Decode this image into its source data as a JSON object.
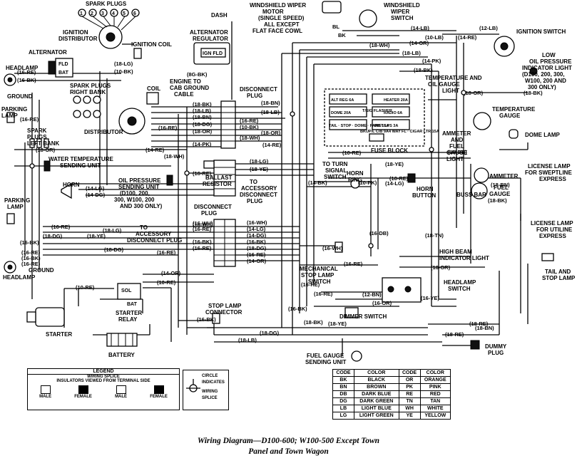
{
  "title": {
    "line1": "Wiring Diagram—D100-600; W100-500 Except Town",
    "line2": "Panel and Town Wagon"
  },
  "components": {
    "spark_plugs_top": "SPARK PLUGS",
    "plug_numbers": [
      "1",
      "2",
      "3",
      "4",
      "5",
      "6"
    ],
    "ignition_distributor": [
      "IGNITION",
      "DISTRIBUTOR"
    ],
    "ignition_coil": "IGNITION COIL",
    "dash": "DASH",
    "alternator_regulator": [
      "ALTERNATOR",
      "REGULATOR"
    ],
    "alternator": "ALTERNATOR",
    "fld": "FLD",
    "bat": "BAT",
    "ign_fld": "IGN FLD",
    "headlamp_left_top": "HEADLAMP",
    "ground_top": "GROUND",
    "parking_lamp_top": [
      "PARKING",
      "LAMP"
    ],
    "spark_plugs_right_bank": [
      "SPARK PLUGS",
      "RIGHT BANK"
    ],
    "coil": "COIL",
    "distributor": "DISTRIBUTOR",
    "spark_plugs_left_bank": [
      "SPARK",
      "PLUGS",
      "LEFT BANK"
    ],
    "engine_to_cab_ground": [
      "ENGINE TO",
      "CAB GROUND",
      "CABLE"
    ],
    "disconnect_plug_top": [
      "DISCONNECT",
      "PLUG"
    ],
    "windshield_wiper_motor": [
      "WINDSHIELD WIPER",
      "MOTOR",
      "(SINGLE SPEED)",
      "ALL EXCEPT",
      "FLAT FACE COWL"
    ],
    "windshield_wiper_switch": [
      "WINDSHIELD",
      "WIPER",
      "SWITCH"
    ],
    "ignition_switch": "IGNITION SWITCH",
    "low_oil_pressure": [
      "LOW",
      "OIL PRESSURE",
      "INDICATOR LIGHT",
      "(D100, 200, 300,",
      "W100, 200 AND",
      "300 ONLY)"
    ],
    "temp_oil_gauge_light": [
      "TEMPERATURE AND",
      "OIL GAUGE",
      "LIGHT"
    ],
    "temperature_gauge": [
      "TEMPERATURE",
      "GAUGE"
    ],
    "dome_lamp": "DOME LAMP",
    "ammeter_fuel_gauge_light": [
      "AMMETER",
      "AND",
      "FUEL",
      "GAUGE",
      "LIGHT"
    ],
    "fuse_block": "FUSE BLOCK",
    "fuse_cells": [
      "ALT REG 6A",
      "DOME 20A",
      "HEATER 20A",
      "T/SIG FLASHER",
      "RADIO 6A",
      "TAIL · STOP · DOME · PARK 15A",
      "BKUP/L C/B 9A",
      "INST LPS 3A",
      "4 WAY FL · CIGAR LTR 15A"
    ],
    "water_temp_sending": [
      "WATER TEMPERATURE",
      "SENDING UNIT"
    ],
    "oil_pressure_sending": [
      "OIL PRESSURE",
      "SENDING UNIT",
      "(D100, 200,",
      "300, W100, 200",
      "AND 300 ONLY)"
    ],
    "ballast_resistor": [
      "BALLAST",
      "RESISTOR"
    ],
    "to_turn_signal_switch": [
      "TO TURN",
      "SIGNAL",
      "SWITCH"
    ],
    "to_accessory_disconnect": [
      "TO",
      "ACCESSORY",
      "DISCONNECT",
      "PLUG"
    ],
    "horn_ring": [
      "HORN",
      "RING"
    ],
    "horn_button": [
      "HORN",
      "BUTTON"
    ],
    "ammeter": "AMMETER",
    "buss_bar": "BUSS BAR",
    "fuel_gauge": [
      "FUEL",
      "GAUGE"
    ],
    "license_lamp_sweptline": [
      "LICENSE LAMP",
      "FOR SWEPTLINE",
      "EXPRESS"
    ],
    "license_lamp_utiline": [
      "LICENSE LAMP",
      "FOR UTILINE",
      "EXPRESS"
    ],
    "parking_lamp_left": [
      "PARKING",
      "LAMP"
    ],
    "horn": "HORN",
    "to_accessory_disconnect_plug": [
      "TO",
      "ACCESSORY",
      "DISCONNECT PLUG"
    ],
    "disconnect_plug_mid": [
      "DISCONNECT",
      "PLUG"
    ],
    "headlamp_bottom": "HEADLAMP",
    "ground_bottom": "GROUND",
    "mechanical_stop_lamp_switch": [
      "MECHANICAL",
      "STOP LAMP",
      "SWITCH"
    ],
    "high_beam_indicator": [
      "HIGH BEAM",
      "INDICATOR LIGHT"
    ],
    "headlamp_switch": [
      "HEADLAMP",
      "SWITCH"
    ],
    "tail_stop_lamp": [
      "TAIL AND",
      "STOP LAMP"
    ],
    "sol": "SOL",
    "bat2": "BAT",
    "starter_relay": [
      "STARTER",
      "RELAY"
    ],
    "starter": "STARTER",
    "battery": "BATTERY",
    "stop_lamp_connector": [
      "STOP LAMP",
      "CONNECTOR"
    ],
    "dimmer_switch": "DIMMER SWITCH",
    "fuel_gauge_sending": [
      "FUEL GAUGE",
      "SENDING UNIT"
    ],
    "dummy_plug": [
      "DUMMY",
      "PLUG"
    ]
  },
  "wires": {
    "w1": "(18-LG)",
    "w2": "(10-BK)",
    "w3": "(8G-BK)",
    "w4": "(18-BK)",
    "w5": "(18-LB)",
    "w6": "(18-BN)",
    "w7": "(16-RE)",
    "w8": "(18-DG)",
    "w9": "(18-OR)",
    "w10": "(14-PK)",
    "w11": "(14-RE)",
    "w12": "(18-BN)",
    "w13": "(18-LB)",
    "w14": "(16-RE)",
    "w15": "(10-BK)",
    "w16": "(18-OR)",
    "w17": "(18-WH)",
    "w18": "(14-RE)",
    "w19": "BL",
    "w20": "BK",
    "w21": "(14-LB)",
    "w22": "(12-LB)",
    "w23": "(10-LB)",
    "w24": "(14-RE)",
    "w25": "(18-WH)",
    "w26": "(14-OR)",
    "w27": "(18-LB)",
    "w28": "(14-PK)",
    "w29": "(18-BK)",
    "w30": "(18-BK)",
    "w31": "(18-OR)",
    "w32": "(18-YE)",
    "w33": "(18-DB)",
    "w34": "(10-RE)",
    "w35": "(10-RE)",
    "w36": "(18-WH)",
    "w37": "(18-LG)",
    "w38": "(18-YE)",
    "w39": "(18-OR)",
    "w40": "(16-RE)",
    "w41": "(10-PK)",
    "w42": "(14-BK)",
    "w43": "(14-LG)",
    "w44": "(18-BK)",
    "w45": "(16-RE)",
    "w46": "(16-BK)",
    "w47": "(18-DG)",
    "w48": "(14-LG)",
    "w49": "(14-DG)",
    "w50": "(18-LG)",
    "w51": "(18-YE)",
    "w52": "(16-RE)",
    "w53": "(16-BK)",
    "w54": "(16-RE)",
    "w55": "(18-DG)",
    "w56": "(16-WH)",
    "w57": "(16-WH)",
    "w58": "(14-LG)",
    "w59": "(14-DG)",
    "w60": "(16-BK)",
    "w61": "(18-DG)",
    "w62": "(16-RE)",
    "w63": "(14-OR)",
    "w64": "(16-DB)",
    "w65": "(16-WH)",
    "w66": "(16-RE)",
    "w67": "(18-TN)",
    "w68": "(16-OR)",
    "w69": "(12-BN)",
    "w70": "(16-YE)",
    "w71": "(16-OR)",
    "w72": "(16-BK)",
    "w73": "(16-RE)",
    "w74": "(14-OR)",
    "w75": "(10-RE)",
    "w76": "(18-YE)",
    "w77": "(18-BN)",
    "w78": "(18-DG)",
    "w79": "(18-LB)",
    "w80": "(18-RE)",
    "w81": "(18-RE)",
    "w82": "(18-BN)",
    "w83": "(18-BK)",
    "w84": "(16-RE)",
    "w85": "(16-RE)",
    "w86": "(16-BK)",
    "w87": "(16-RE)",
    "w88": "(16-WH)",
    "w89": "(10-RE)",
    "w90": "(16-BK)",
    "w91": "(16-RE)",
    "w92": "(16-RE)",
    "w93": "(16-BK)",
    "w94": "(16-RE)"
  },
  "legend": {
    "title": "LEGEND",
    "splice": "WIRING SPLICE",
    "view": "INSULATORS VIEWED FROM TERMINAL SIDE",
    "cells": [
      "MALE",
      "FEMALE",
      "MALE",
      "FEMALE"
    ]
  },
  "circle_note": [
    "CIRCLE",
    "INDICATES",
    "WIRING",
    "SPLICE"
  ],
  "color_codes": {
    "headers": [
      "CODE",
      "COLOR",
      "CODE",
      "COLOR"
    ],
    "rows": [
      [
        "BK",
        "BLACK",
        "OR",
        "ORANGE"
      ],
      [
        "BN",
        "BROWN",
        "PK",
        "PINK"
      ],
      [
        "DB",
        "DARK BLUE",
        "RE",
        "RED"
      ],
      [
        "DG",
        "DARK GREEN",
        "TN",
        "TAN"
      ],
      [
        "LB",
        "LIGHT BLUE",
        "WH",
        "WHITE"
      ],
      [
        "LG",
        "LIGHT GREEN",
        "YE",
        "YELLOW"
      ]
    ]
  }
}
